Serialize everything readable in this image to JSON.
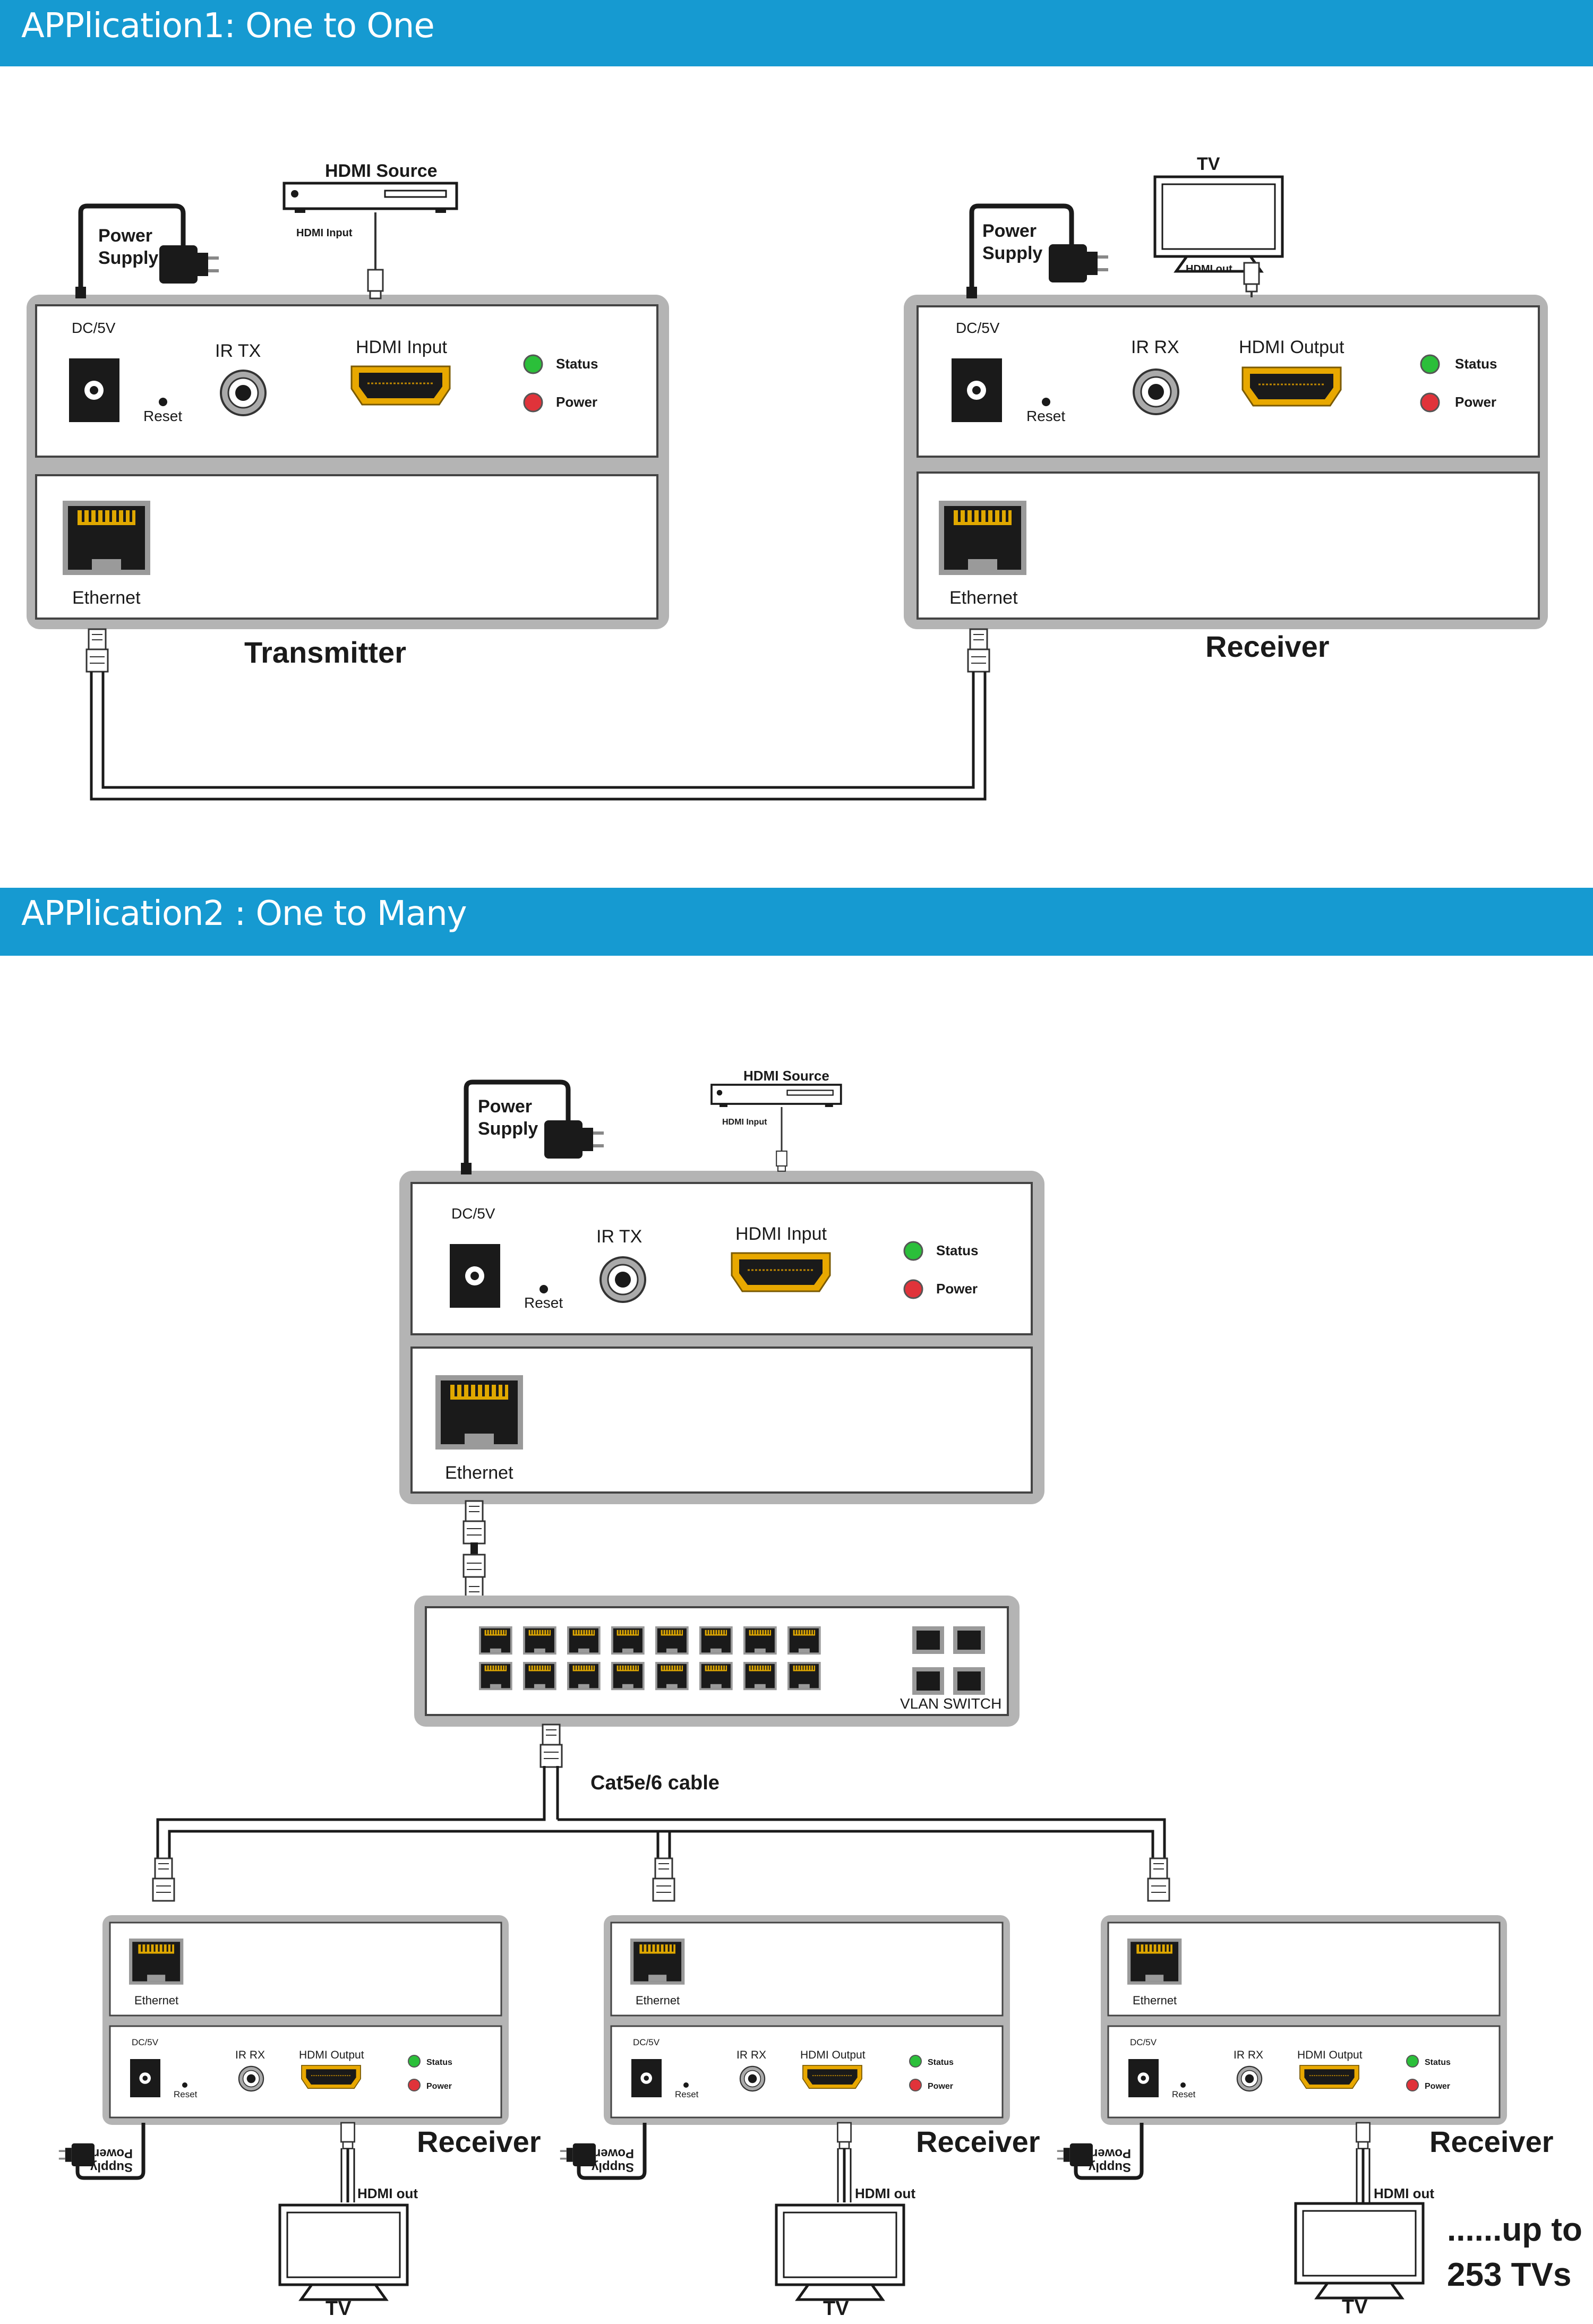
{
  "app1": {
    "title": "APPlication1: One to One",
    "transmitter_label": "Transmitter",
    "receiver_label": "Receiver",
    "power_supply": [
      "Power",
      "Supply"
    ],
    "hdmi_source_label": "HDMI Source",
    "hdmi_input_small": "HDMI Input",
    "tv_label": "TV",
    "hdmi_out_small": "HDMI out"
  },
  "app2": {
    "title": "APPlication2 : One to Many",
    "power_supply": [
      "Power",
      "Supply"
    ],
    "hdmi_source_label": "HDMI Source",
    "hdmi_input_small": "HDMI Input",
    "switch_label": "VLAN SWITCH",
    "cable_label": "Cat5e/6 cable",
    "receiver_label": "Receiver",
    "power_supply_mirrored": [
      "Power",
      "Supply"
    ],
    "hdmi_out_label": "HDMI out",
    "tv_label": "TV",
    "up_to": [
      "......up to",
      "253  TVs"
    ]
  },
  "device": {
    "dc": "DC/5V",
    "reset": "Reset",
    "ir_tx": "IR  TX",
    "ir_rx": "IR RX",
    "hdmi_input": "HDMI Input",
    "hdmi_output": "HDMI Output",
    "status": "Status",
    "power": "Power",
    "ethernet": "Ethernet"
  },
  "colors": {
    "banner": "#169ad1",
    "status_led": "#2bbf3a",
    "power_led": "#e0333a",
    "hdmi_port": "#e8a800"
  }
}
